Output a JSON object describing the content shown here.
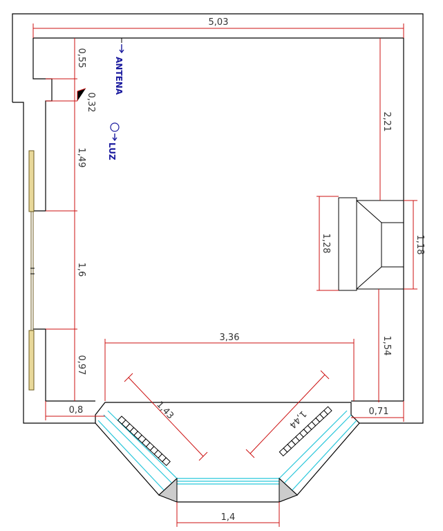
{
  "labels": {
    "antena": "ANTENA",
    "luz": "LUZ"
  },
  "dimensions": {
    "total_width": "5,03",
    "right_upper": "2,21",
    "fireplace_outer": "1,28",
    "fireplace_inner": "1,18",
    "right_lower": "1,54",
    "left_top": "0,55",
    "left_step": "0,32",
    "left_mid": "1,49",
    "door_width": "1,6",
    "left_bottom": "0,97",
    "bottom_left": "0,8",
    "bay_width": "3,36",
    "bay_left_diag": "1,43",
    "bay_right_diag": "1,44",
    "bay_front": "1,4",
    "bottom_right": "0,71"
  },
  "colors": {
    "wall": "#000000",
    "dimension_line": "#cc1010",
    "dimension_text": "#333333",
    "label_text": "#1a1a9e",
    "glass": "#26c6da",
    "door_fill": "#e8d89a"
  },
  "icons": {
    "arrow": "arrow-left",
    "light": "circle"
  }
}
